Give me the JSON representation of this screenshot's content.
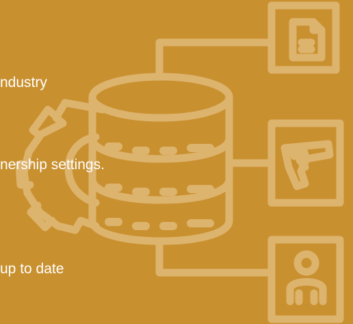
{
  "text": {
    "line_1": "ndustry",
    "line_2": "nership settings.",
    "line_3": "up to date"
  },
  "colors": {
    "background": "#c9902f",
    "illustration": "#ddb46e",
    "text": "#ffffff"
  },
  "illustration": {
    "center": "database-icon",
    "behind_center": "gear-icon",
    "connected_boxes": [
      "document-icon",
      "handgun-icon",
      "person-icon"
    ]
  }
}
